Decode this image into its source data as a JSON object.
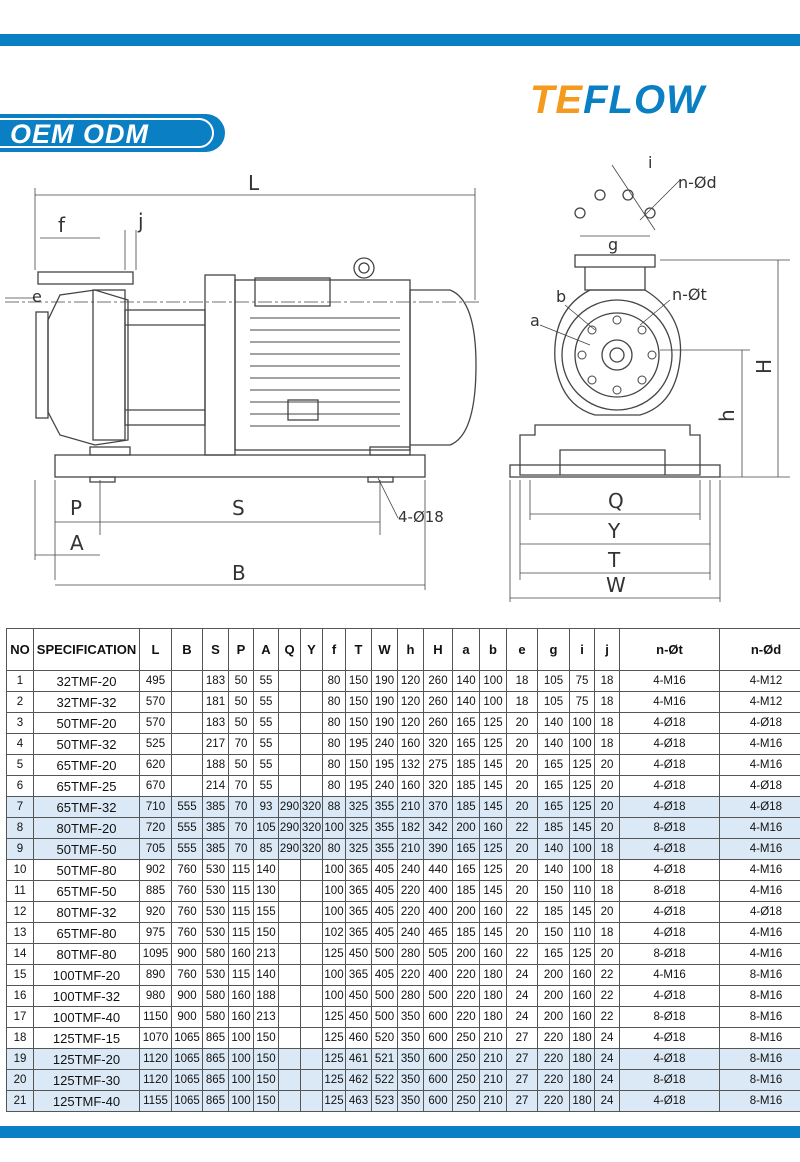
{
  "brand": {
    "prefix": "TE",
    "suffix": "FLOW"
  },
  "banner": {
    "label": "OEM ODM"
  },
  "drawing": {
    "labels": [
      "L",
      "f",
      "j",
      "e",
      "P",
      "A",
      "S",
      "B",
      "4-Ø18",
      "n-Ød",
      "i",
      "g",
      "n-Øt",
      "b",
      "a",
      "H",
      "h",
      "Q",
      "Y",
      "T",
      "W"
    ]
  },
  "table": {
    "headers": [
      "NO",
      "SPECIFICATION",
      "L",
      "B",
      "S",
      "P",
      "A",
      "Q",
      "Y",
      "f",
      "T",
      "W",
      "h",
      "H",
      "a",
      "b",
      "e",
      "g",
      "i",
      "j",
      "n-Øt",
      "n-Ød"
    ],
    "rows": [
      {
        "cells": [
          "1",
          "32TMF-20",
          "495",
          "",
          "183",
          "50",
          "55",
          "",
          "",
          "80",
          "150",
          "190",
          "120",
          "260",
          "140",
          "100",
          "18",
          "105",
          "75",
          "18",
          "4-M16",
          "4-M12"
        ],
        "hl": false
      },
      {
        "cells": [
          "2",
          "32TMF-32",
          "570",
          "",
          "181",
          "50",
          "55",
          "",
          "",
          "80",
          "150",
          "190",
          "120",
          "260",
          "140",
          "100",
          "18",
          "105",
          "75",
          "18",
          "4-M16",
          "4-M12"
        ],
        "hl": false
      },
      {
        "cells": [
          "3",
          "50TMF-20",
          "570",
          "",
          "183",
          "50",
          "55",
          "",
          "",
          "80",
          "150",
          "190",
          "120",
          "260",
          "165",
          "125",
          "20",
          "140",
          "100",
          "18",
          "4-Ø18",
          "4-Ø18"
        ],
        "hl": false
      },
      {
        "cells": [
          "4",
          "50TMF-32",
          "525",
          "",
          "217",
          "70",
          "55",
          "",
          "",
          "80",
          "195",
          "240",
          "160",
          "320",
          "165",
          "125",
          "20",
          "140",
          "100",
          "18",
          "4-Ø18",
          "4-M16"
        ],
        "hl": false
      },
      {
        "cells": [
          "5",
          "65TMF-20",
          "620",
          "",
          "188",
          "50",
          "55",
          "",
          "",
          "80",
          "150",
          "195",
          "132",
          "275",
          "185",
          "145",
          "20",
          "165",
          "125",
          "20",
          "4-Ø18",
          "4-M16"
        ],
        "hl": false
      },
      {
        "cells": [
          "6",
          "65TMF-25",
          "670",
          "",
          "214",
          "70",
          "55",
          "",
          "",
          "80",
          "195",
          "240",
          "160",
          "320",
          "185",
          "145",
          "20",
          "165",
          "125",
          "20",
          "4-Ø18",
          "4-Ø18"
        ],
        "hl": false
      },
      {
        "cells": [
          "7",
          "65TMF-32",
          "710",
          "555",
          "385",
          "70",
          "93",
          "290",
          "320",
          "88",
          "325",
          "355",
          "210",
          "370",
          "185",
          "145",
          "20",
          "165",
          "125",
          "20",
          "4-Ø18",
          "4-Ø18"
        ],
        "hl": true
      },
      {
        "cells": [
          "8",
          "80TMF-20",
          "720",
          "555",
          "385",
          "70",
          "105",
          "290",
          "320",
          "100",
          "325",
          "355",
          "182",
          "342",
          "200",
          "160",
          "22",
          "185",
          "145",
          "20",
          "8-Ø18",
          "4-M16"
        ],
        "hl": true
      },
      {
        "cells": [
          "9",
          "50TMF-50",
          "705",
          "555",
          "385",
          "70",
          "85",
          "290",
          "320",
          "80",
          "325",
          "355",
          "210",
          "390",
          "165",
          "125",
          "20",
          "140",
          "100",
          "18",
          "4-Ø18",
          "4-M16"
        ],
        "hl": true
      },
      {
        "cells": [
          "10",
          "50TMF-80",
          "902",
          "760",
          "530",
          "115",
          "140",
          "",
          "",
          "100",
          "365",
          "405",
          "240",
          "440",
          "165",
          "125",
          "20",
          "140",
          "100",
          "18",
          "4-Ø18",
          "4-M16"
        ],
        "hl": false
      },
      {
        "cells": [
          "11",
          "65TMF-50",
          "885",
          "760",
          "530",
          "115",
          "130",
          "",
          "",
          "100",
          "365",
          "405",
          "220",
          "400",
          "185",
          "145",
          "20",
          "150",
          "110",
          "18",
          "8-Ø18",
          "4-M16"
        ],
        "hl": false
      },
      {
        "cells": [
          "12",
          "80TMF-32",
          "920",
          "760",
          "530",
          "115",
          "155",
          "",
          "",
          "100",
          "365",
          "405",
          "220",
          "400",
          "200",
          "160",
          "22",
          "185",
          "145",
          "20",
          "4-Ø18",
          "4-Ø18"
        ],
        "hl": false
      },
      {
        "cells": [
          "13",
          "65TMF-80",
          "975",
          "760",
          "530",
          "115",
          "150",
          "",
          "",
          "102",
          "365",
          "405",
          "240",
          "465",
          "185",
          "145",
          "20",
          "150",
          "110",
          "18",
          "4-Ø18",
          "4-M16"
        ],
        "hl": false
      },
      {
        "cells": [
          "14",
          "80TMF-80",
          "1095",
          "900",
          "580",
          "160",
          "213",
          "",
          "",
          "125",
          "450",
          "500",
          "280",
          "505",
          "200",
          "160",
          "22",
          "165",
          "125",
          "20",
          "8-Ø18",
          "4-M16"
        ],
        "hl": false
      },
      {
        "cells": [
          "15",
          "100TMF-20",
          "890",
          "760",
          "530",
          "115",
          "140",
          "",
          "",
          "100",
          "365",
          "405",
          "220",
          "400",
          "220",
          "180",
          "24",
          "200",
          "160",
          "22",
          "4-M16",
          "8-M16"
        ],
        "hl": false
      },
      {
        "cells": [
          "16",
          "100TMF-32",
          "980",
          "900",
          "580",
          "160",
          "188",
          "",
          "",
          "100",
          "450",
          "500",
          "280",
          "500",
          "220",
          "180",
          "24",
          "200",
          "160",
          "22",
          "4-Ø18",
          "8-M16"
        ],
        "hl": false
      },
      {
        "cells": [
          "17",
          "100TMF-40",
          "1150",
          "900",
          "580",
          "160",
          "213",
          "",
          "",
          "125",
          "450",
          "500",
          "350",
          "600",
          "220",
          "180",
          "24",
          "200",
          "160",
          "22",
          "8-Ø18",
          "8-M16"
        ],
        "hl": false
      },
      {
        "cells": [
          "18",
          "125TMF-15",
          "1070",
          "1065",
          "865",
          "100",
          "150",
          "",
          "",
          "125",
          "460",
          "520",
          "350",
          "600",
          "250",
          "210",
          "27",
          "220",
          "180",
          "24",
          "4-Ø18",
          "8-M16"
        ],
        "hl": false
      },
      {
        "cells": [
          "19",
          "125TMF-20",
          "1120",
          "1065",
          "865",
          "100",
          "150",
          "",
          "",
          "125",
          "461",
          "521",
          "350",
          "600",
          "250",
          "210",
          "27",
          "220",
          "180",
          "24",
          "4-Ø18",
          "8-M16"
        ],
        "hl": true
      },
      {
        "cells": [
          "20",
          "125TMF-30",
          "1120",
          "1065",
          "865",
          "100",
          "150",
          "",
          "",
          "125",
          "462",
          "522",
          "350",
          "600",
          "250",
          "210",
          "27",
          "220",
          "180",
          "24",
          "8-Ø18",
          "8-M16"
        ],
        "hl": true
      },
      {
        "cells": [
          "21",
          "125TMF-40",
          "1155",
          "1065",
          "865",
          "100",
          "150",
          "",
          "",
          "125",
          "463",
          "523",
          "350",
          "600",
          "250",
          "210",
          "27",
          "220",
          "180",
          "24",
          "4-Ø18",
          "8-M16"
        ],
        "hl": true
      }
    ]
  },
  "colors": {
    "accent_blue": "#0b7fc4",
    "brand_orange": "#f39a1f",
    "highlight_row": "#dbe9f6"
  }
}
